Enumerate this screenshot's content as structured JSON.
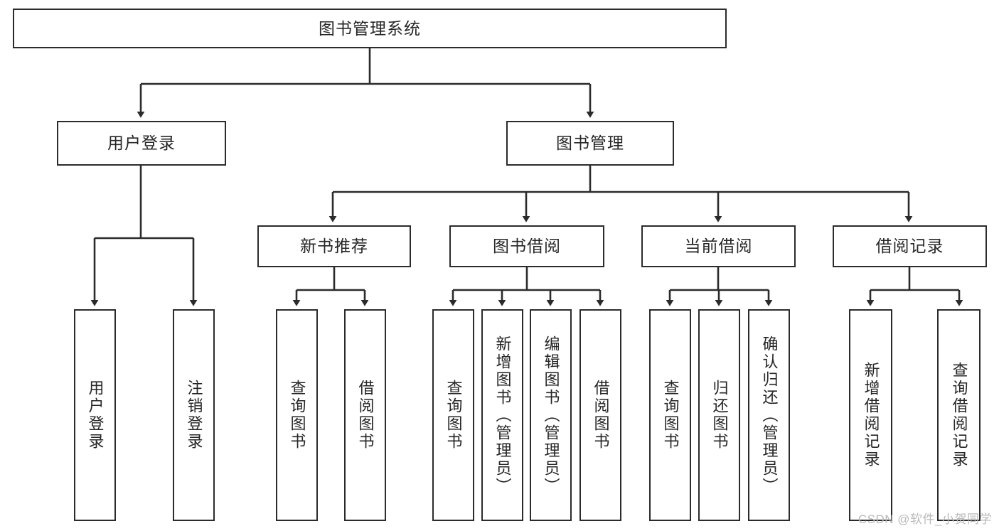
{
  "diagram": {
    "title": "图书管理系统",
    "watermark": "CSDN @软件_小贺同学",
    "line_color": "#2b2b2b",
    "box_fill": "#ffffff",
    "text_color": "#262626",
    "watermark_color": "#b9b9b9"
  },
  "levels": {
    "root": {
      "label": "图书管理系统"
    },
    "level2": [
      {
        "label": "用户登录"
      },
      {
        "label": "图书管理"
      }
    ],
    "level3": [
      {
        "label": "新书推荐"
      },
      {
        "label": "图书借阅"
      },
      {
        "label": "当前借阅"
      },
      {
        "label": "借阅记录"
      }
    ],
    "leaves": {
      "user_login": [
        {
          "label": "用户登录"
        },
        {
          "label": "注销登录"
        }
      ],
      "new_book_recommend": [
        {
          "label": "查询图书"
        },
        {
          "label": "借阅图书"
        }
      ],
      "book_borrow": [
        {
          "label": "查询图书"
        },
        {
          "label": "新增图书（管理员）"
        },
        {
          "label": "编辑图书（管理员）"
        },
        {
          "label": "借阅图书"
        }
      ],
      "current_borrow": [
        {
          "label": "查询图书"
        },
        {
          "label": "归还图书"
        },
        {
          "label": "确认归还（管理员）"
        }
      ],
      "borrow_record": [
        {
          "label": "新增借阅记录"
        },
        {
          "label": "查询借阅记录"
        }
      ]
    }
  }
}
